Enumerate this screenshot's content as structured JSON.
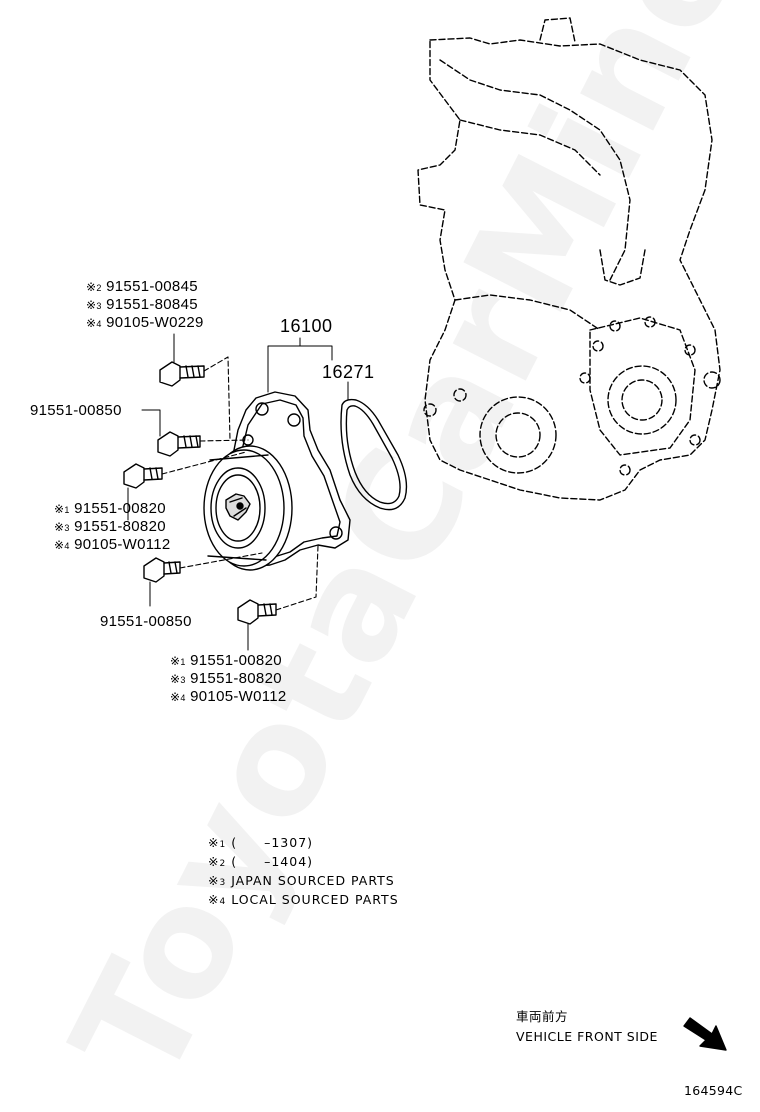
{
  "labels": {
    "top_group": [
      {
        "mark": "※",
        "n": "2",
        "part": "91551-00845"
      },
      {
        "mark": "※",
        "n": "3",
        "part": "91551-80845"
      },
      {
        "mark": "※",
        "n": "4",
        "part": "90105-W0229"
      }
    ],
    "assembly": "16100",
    "gasket": "16271",
    "bolt_left_upper": "91551-00850",
    "mid_group": [
      {
        "mark": "※",
        "n": "1",
        "part": "91551-00820"
      },
      {
        "mark": "※",
        "n": "3",
        "part": "91551-80820"
      },
      {
        "mark": "※",
        "n": "4",
        "part": "90105-W0112"
      }
    ],
    "bolt_left_lower": "91551-00850",
    "bottom_group": [
      {
        "mark": "※",
        "n": "1",
        "part": "91551-00820"
      },
      {
        "mark": "※",
        "n": "3",
        "part": "91551-80820"
      },
      {
        "mark": "※",
        "n": "4",
        "part": "90105-W0112"
      }
    ]
  },
  "notes": [
    {
      "mark": "※",
      "n": "1",
      "text": "(　　–1307)"
    },
    {
      "mark": "※",
      "n": "2",
      "text": "(　　–1404)"
    },
    {
      "mark": "※",
      "n": "3",
      "text": "JAPAN SOURCED PARTS"
    },
    {
      "mark": "※",
      "n": "4",
      "text": "LOCAL SOURCED PARTS"
    }
  ],
  "direction": {
    "jp": "車両前方",
    "en": "VEHICLE FRONT SIDE"
  },
  "figure_id": "164594C",
  "watermark": "ToyotaCarMine.ru"
}
